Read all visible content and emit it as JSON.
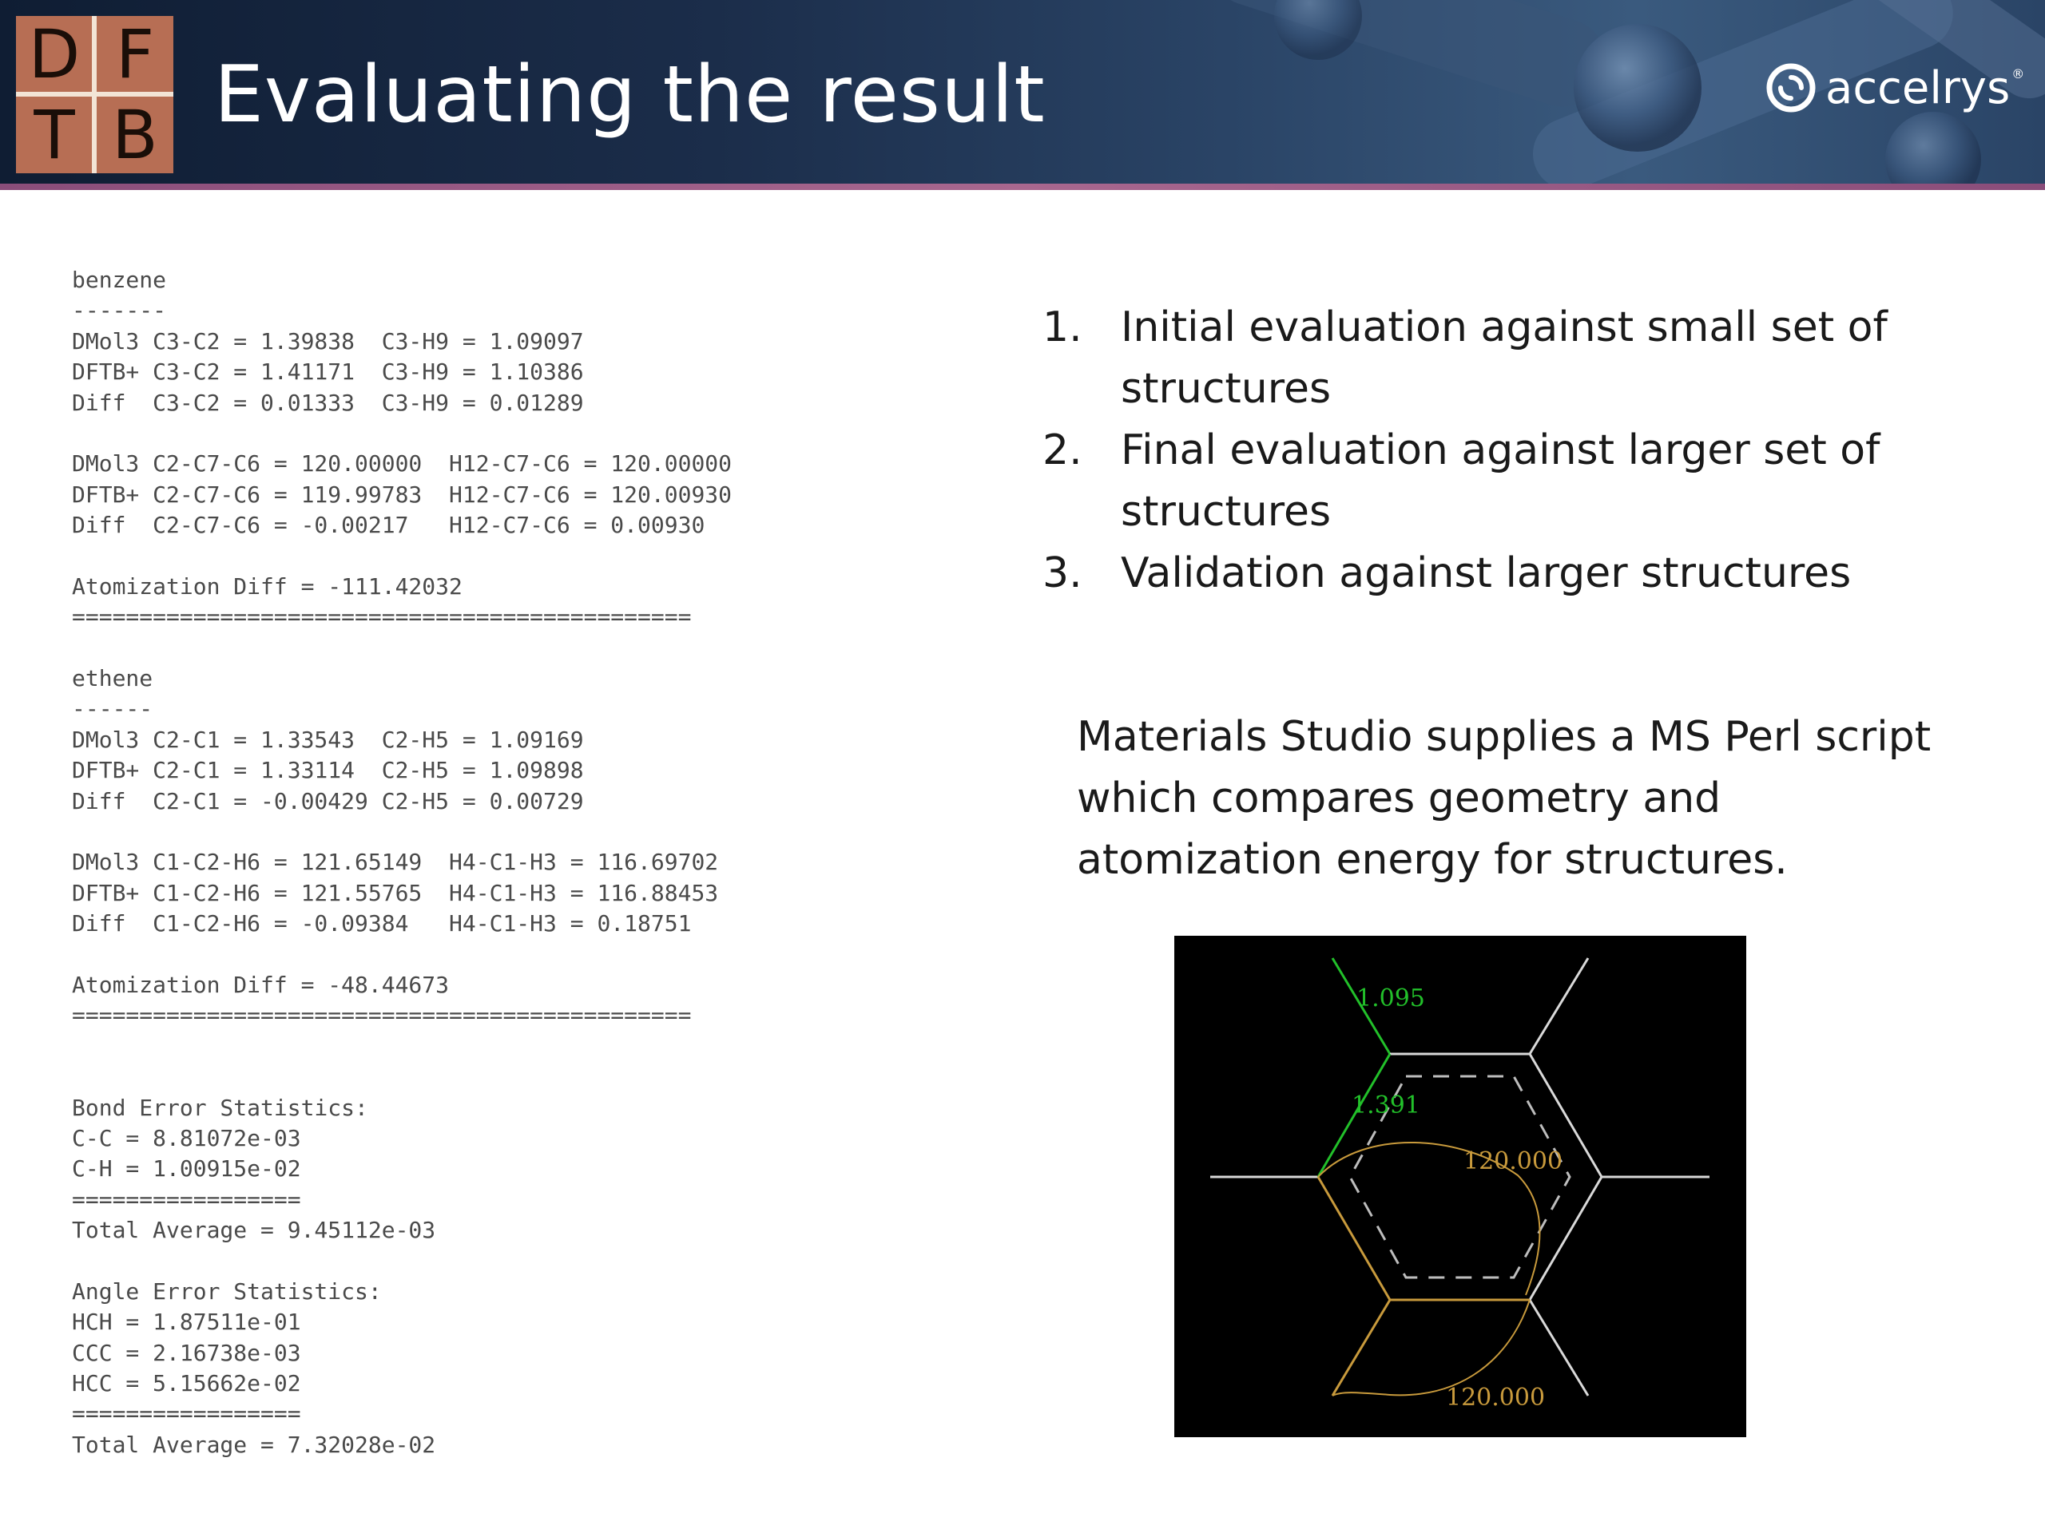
{
  "header": {
    "title": "Evaluating the result",
    "logo_letters": [
      "D",
      "F",
      "T",
      "B"
    ],
    "brand": "accelrys",
    "brand_mark": "®"
  },
  "code_output": [
    "benzene",
    "-------",
    "DMol3 C3-C2 = 1.39838  C3-H9 = 1.09097",
    "DFTB+ C3-C2 = 1.41171  C3-H9 = 1.10386",
    "Diff  C3-C2 = 0.01333  C3-H9 = 0.01289",
    "",
    "DMol3 C2-C7-C6 = 120.00000  H12-C7-C6 = 120.00000",
    "DFTB+ C2-C7-C6 = 119.99783  H12-C7-C6 = 120.00930",
    "Diff  C2-C7-C6 = -0.00217   H12-C7-C6 = 0.00930",
    "",
    "Atomization Diff = -111.42032",
    "==============================================",
    "",
    "ethene",
    "------",
    "DMol3 C2-C1 = 1.33543  C2-H5 = 1.09169",
    "DFTB+ C2-C1 = 1.33114  C2-H5 = 1.09898",
    "Diff  C2-C1 = -0.00429 C2-H5 = 0.00729",
    "",
    "DMol3 C1-C2-H6 = 121.65149  H4-C1-H3 = 116.69702",
    "DFTB+ C1-C2-H6 = 121.55765  H4-C1-H3 = 116.88453",
    "Diff  C1-C2-H6 = -0.09384   H4-C1-H3 = 0.18751",
    "",
    "Atomization Diff = -48.44673",
    "==============================================",
    "",
    "",
    "Bond Error Statistics:",
    "C-C = 8.81072e-03",
    "C-H = 1.00915e-02",
    "=================",
    "Total Average = 9.45112e-03",
    "",
    "Angle Error Statistics:",
    "HCH = 1.87511e-01",
    "CCC = 2.16738e-03",
    "HCC = 5.15662e-02",
    "=================",
    "Total Average = 7.32028e-02"
  ],
  "steps": [
    {
      "num": "1.",
      "text": "Initial evaluation against small set of structures"
    },
    {
      "num": "2.",
      "text": "Final evaluation against larger set of structures"
    },
    {
      "num": "3.",
      "text": "Validation against larger structures"
    }
  ],
  "description": "Materials Studio supplies a MS Perl script which compares geometry and atomization energy for structures.",
  "molecule": {
    "bond_label_1": "1.095",
    "bond_label_2": "1.391",
    "angle_label_1": "120.000",
    "angle_label_2": "120.000",
    "colors": {
      "bond": "#d9d9d9",
      "highlight": "#22c02a",
      "angle": "#c89a3c",
      "background": "#000000"
    }
  }
}
